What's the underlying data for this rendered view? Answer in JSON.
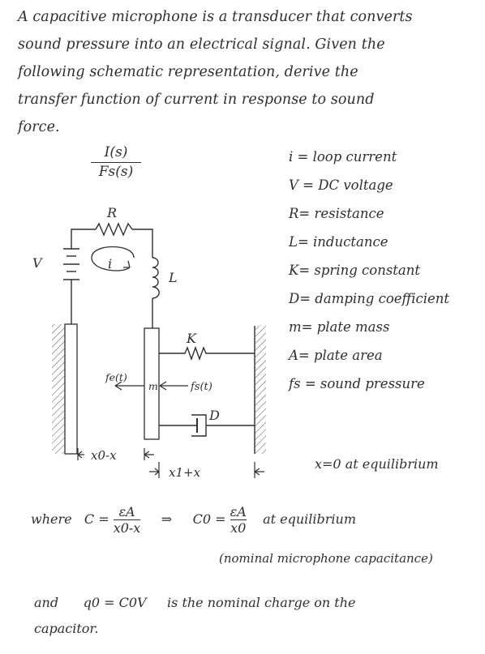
{
  "intro": {
    "lines": [
      "A capacitive microphone is a transducer that converts",
      "sound pressure into an electrical signal. Given the",
      "following schematic representation, derive the",
      "transfer function of current in response to sound",
      "force."
    ]
  },
  "transfer_function": {
    "numerator": "I(s)",
    "denominator": "Fs(s)"
  },
  "legend": [
    "i = loop current",
    "V = DC voltage",
    "R= resistance",
    "L= inductance",
    "K= spring constant",
    "D= damping coefficient",
    "m= plate mass",
    "A= plate area",
    "fs = sound pressure"
  ],
  "schematic": {
    "label_R": "R",
    "label_V": "V",
    "label_i": "i",
    "label_L": "L",
    "label_K": "K",
    "label_D": "D",
    "label_fe": "fe(t)",
    "label_m": "m",
    "label_fs": "fs(t)",
    "gap_left": "x0-x",
    "gap_right": "x1+x"
  },
  "equilibrium_note": "x=0 at equilibrium",
  "capacitance": {
    "where": "where",
    "c_lhs": "C =",
    "c_num": "εA",
    "c_den": "x0-x",
    "implies": "⇒",
    "c0_lhs": "C0 =",
    "c0_num": "εA",
    "c0_den": "x0",
    "c0_note": "at equilibrium",
    "nominal_note": "(nominal microphone capacitance)"
  },
  "charge": {
    "and": "and",
    "q0": "q0 = C0V",
    "desc": "is the nominal charge on the",
    "desc2": "capacitor."
  }
}
